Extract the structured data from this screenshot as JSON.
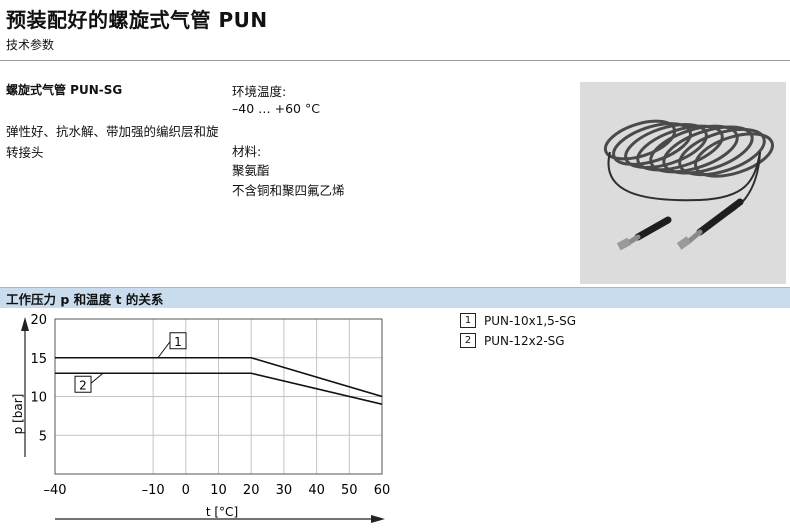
{
  "header": {
    "title": "预装配好的螺旋式气管 PUN",
    "subtitle": "技术参数"
  },
  "product": {
    "name": "螺旋式气管 PUN-SG",
    "features": "弹性好、抗水解、带加强的编织层和旋转接头"
  },
  "specs": {
    "temperature_label": "环境温度:",
    "temperature_value": "–40 … +60 °C",
    "material_label": "材料:",
    "material_values": [
      "聚氨酯",
      "不含铜和聚四氟乙烯"
    ]
  },
  "image": {
    "icon": "coiled-air-hose-photo"
  },
  "section": {
    "title": "工作压力 p 和温度 t 的关系"
  },
  "legend": [
    {
      "num": "1",
      "label": "PUN-10x1,5-SG"
    },
    {
      "num": "2",
      "label": "PUN-12x2-SG"
    }
  ],
  "chart_data": {
    "type": "line",
    "title": "",
    "xlabel": "t [°C]",
    "ylabel": "p [bar]",
    "xlim": [
      -40,
      60
    ],
    "ylim": [
      0,
      20
    ],
    "x_ticks": [
      "–40",
      "–10",
      "0",
      "10",
      "20",
      "30",
      "40",
      "50",
      "60"
    ],
    "x_tick_values": [
      -40,
      -10,
      0,
      10,
      20,
      30,
      40,
      50,
      60
    ],
    "y_ticks": [
      "20",
      "15",
      "10",
      "5"
    ],
    "y_tick_values": [
      20,
      15,
      10,
      5
    ],
    "grid": true,
    "series": [
      {
        "name": "1",
        "x": [
          -40,
          20,
          60
        ],
        "y": [
          15,
          15,
          10
        ]
      },
      {
        "name": "2",
        "x": [
          -40,
          20,
          60
        ],
        "y": [
          13,
          13,
          9
        ]
      }
    ]
  }
}
